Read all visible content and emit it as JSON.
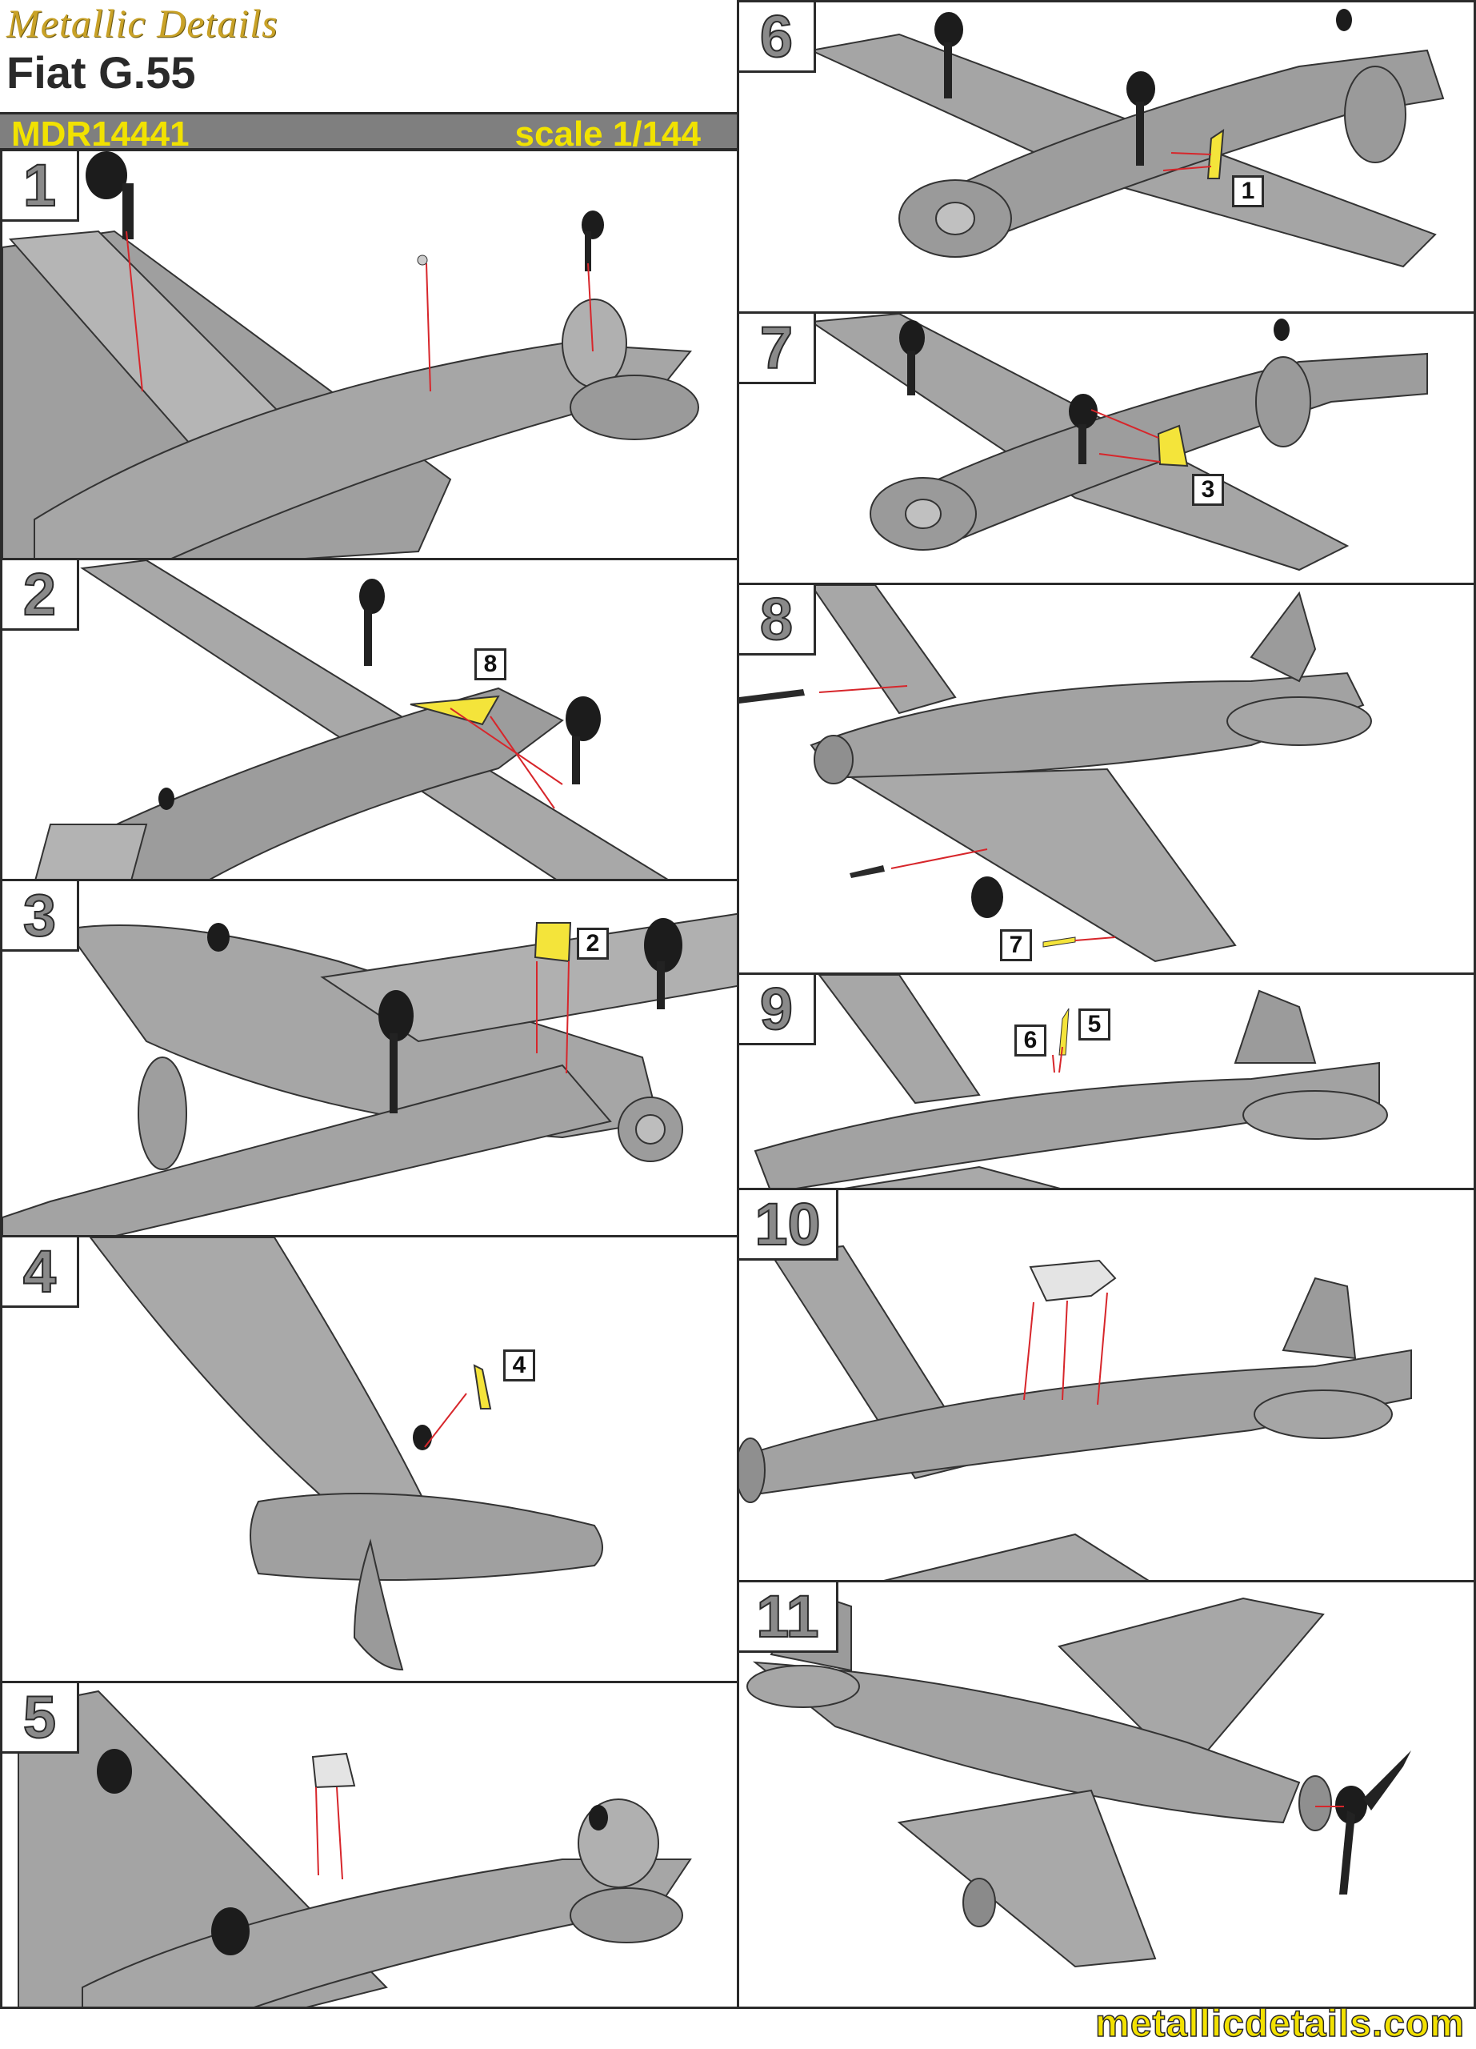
{
  "header": {
    "brand": "Metallic Details",
    "model": "Fiat G.55",
    "code": "MDR14441",
    "scale": "scale 1/144"
  },
  "colors": {
    "part_yellow": "#f4e43a",
    "guide_red": "#d7262b",
    "airframe_grey": "#a8a8a8",
    "frame": "#2b2b2b"
  },
  "steps": [
    {
      "number": "1",
      "callouts": []
    },
    {
      "number": "2",
      "callouts": [
        "8"
      ]
    },
    {
      "number": "3",
      "callouts": [
        "2"
      ]
    },
    {
      "number": "4",
      "callouts": [
        "4"
      ]
    },
    {
      "number": "5",
      "callouts": []
    },
    {
      "number": "6",
      "callouts": [
        "1"
      ]
    },
    {
      "number": "7",
      "callouts": [
        "3"
      ]
    },
    {
      "number": "8",
      "callouts": [
        "7"
      ]
    },
    {
      "number": "9",
      "callouts": [
        "6",
        "5"
      ]
    },
    {
      "number": "10",
      "callouts": []
    },
    {
      "number": "11",
      "callouts": []
    }
  ],
  "footer": {
    "url": "metallicdetails.com"
  }
}
